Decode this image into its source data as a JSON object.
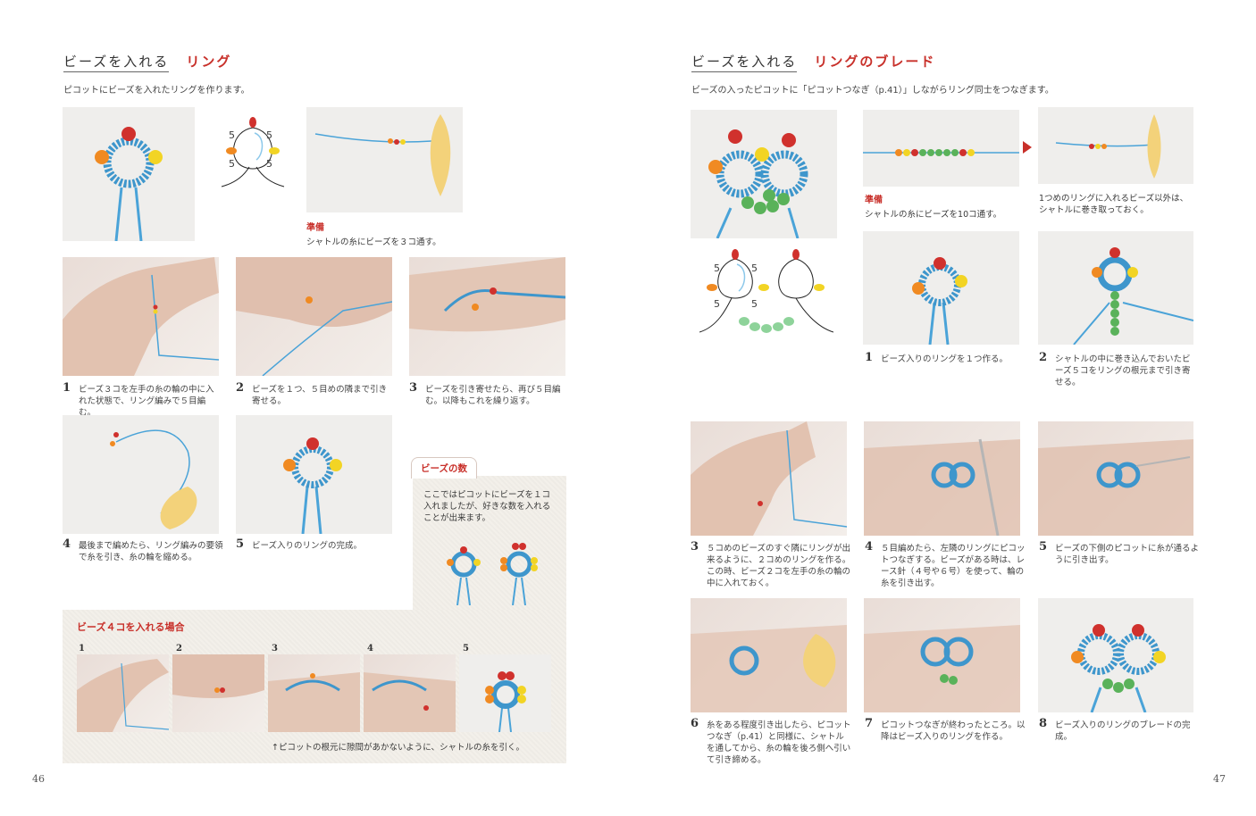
{
  "left": {
    "title": "ビーズを入れる",
    "title_red": "リング",
    "intro": "ピコットにビーズを入れたリングを作ります。",
    "prep_label": "準備",
    "prep_text": "シャトルの糸にビーズを３コ通す。",
    "diagram_nums": [
      "5",
      "5",
      "5",
      "5"
    ],
    "steps": [
      {
        "n": "1",
        "t": "ビーズ３コを左手の糸の輪の中に入れた状態で、リング編みで５目編む。"
      },
      {
        "n": "2",
        "t": "ビーズを１つ、５目めの隣まで引き寄せる。"
      },
      {
        "n": "3",
        "t": "ビーズを引き寄せたら、再び５目編む。以降もこれを繰り返す。"
      },
      {
        "n": "4",
        "t": "最後まで編めたら、リング編みの要領で糸を引き、糸の輪を縮める。"
      },
      {
        "n": "5",
        "t": "ビーズ入りのリングの完成。"
      }
    ],
    "box_tab": "ビーズの数",
    "box_text": "ここではピコットにビーズを１コ入れましたが、好きな数を入れることが出来ます。",
    "panel_title": "ビーズ４コを入れる場合",
    "panel_nums": [
      "1",
      "2",
      "3",
      "4",
      "5"
    ],
    "panel_note": "↑ピコットの根元に隙間があかないように、シャトルの糸を引く。",
    "page": "46"
  },
  "right": {
    "title": "ビーズを入れる",
    "title_red": "リングのブレード",
    "intro": "ビーズの入ったピコットに「ピコットつなぎ（p.41）」しながらリング同士をつなぎます。",
    "prep_label": "準備",
    "prep_text": "シャトルの糸にビーズを10コ通す。",
    "prep2_text": "1つめのリングに入れるビーズ以外は、シャトルに巻き取っておく。",
    "diagram_nums": [
      "5",
      "5",
      "5",
      "5"
    ],
    "steps": [
      {
        "n": "1",
        "t": "ビーズ入りのリングを１つ作る。"
      },
      {
        "n": "2",
        "t": "シャトルの中に巻き込んでおいたビーズ５コをリングの根元まで引き寄せる。"
      },
      {
        "n": "3",
        "t": "５コめのビーズのすぐ隣にリングが出来るように、２コめのリングを作る。この時、ビーズ２コを左手の糸の輪の中に入れておく。"
      },
      {
        "n": "4",
        "t": "５目編めたら、左隣のリングにピコットつなぎする。ビーズがある時は、レース針（４号や６号）を使って、輪の糸を引き出す。"
      },
      {
        "n": "5",
        "t": "ビーズの下側のピコットに糸が通るように引き出す。"
      },
      {
        "n": "6",
        "t": "糸をある程度引き出したら、ピコットつなぎ（p.41）と同様に、シャトルを通してから、糸の輪を後ろ側へ引いて引き締める。"
      },
      {
        "n": "7",
        "t": "ピコットつなぎが終わったところ。以降はビーズ入りのリングを作る。"
      },
      {
        "n": "8",
        "t": "ビーズ入りのリングのブレードの完成。"
      }
    ],
    "page": "47"
  },
  "colors": {
    "accent": "#c8302a",
    "thread": "#4aa3d8",
    "bead_red": "#d0312d",
    "bead_yellow": "#f2d424",
    "bead_orange": "#f08a22",
    "bead_green": "#5ab25a",
    "shuttle": "#f3d27a"
  }
}
